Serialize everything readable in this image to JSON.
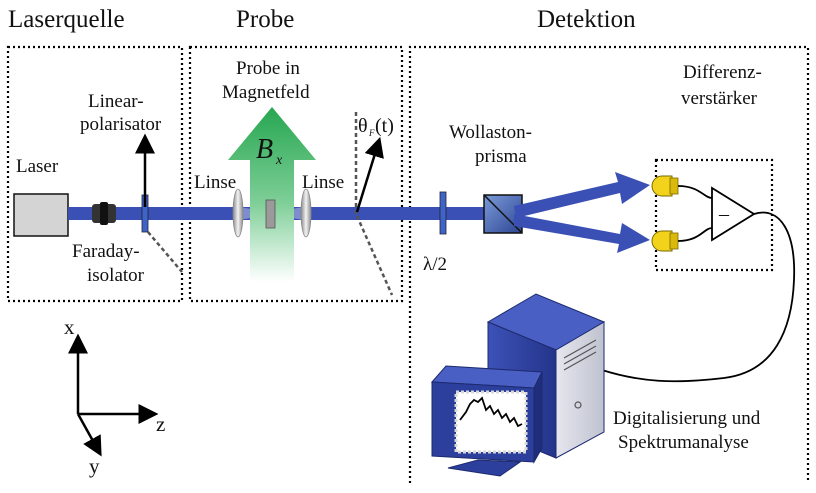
{
  "sections": {
    "laser": "Laserquelle",
    "sample": "Probe",
    "detection": "Detektion"
  },
  "labels": {
    "laser": "Laser",
    "polarizer_line1": "Linear-",
    "polarizer_line2": "polarisator",
    "isolator_line1": "Faraday-",
    "isolator_line2": "isolator",
    "sample_line1": "Probe in",
    "sample_line2": "Magnetfeld",
    "field_symbol": "B",
    "field_subscript": "x",
    "lens_left": "Linse",
    "lens_right": "Linse",
    "rotation_symbol": "θ",
    "rotation_subscript": "F",
    "rotation_arg": "(t)",
    "waveplate": "λ/2",
    "prism_line1": "Wollaston-",
    "prism_line2": "prisma",
    "amp_line1": "Differenz-",
    "amp_line2": "verstärker",
    "amp_sign": "–",
    "analysis_line1": "Digitalisierung und",
    "analysis_line2": "Spektrumanalyse"
  },
  "axes": {
    "x": "x",
    "y": "y",
    "z": "z"
  },
  "colors": {
    "beam": "#3a50b4",
    "beam_dark": "#2a3c98",
    "field_arrow": "#2fa85a",
    "photodiode": "#f2d21a",
    "computer": "#2c3f9c",
    "laser_box": "#d4d4d4"
  }
}
